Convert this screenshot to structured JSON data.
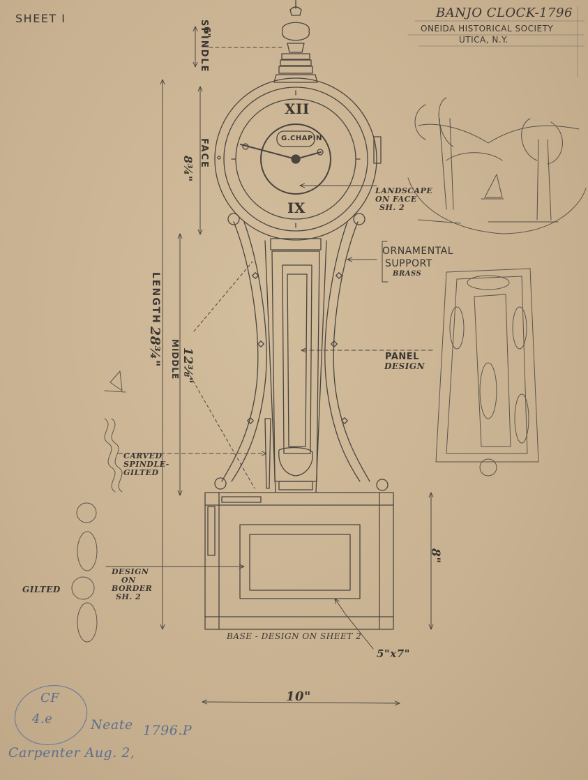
{
  "sheet_label": "SHEET I",
  "title": {
    "line1": "BANJO CLOCK-1796",
    "line2": "ONEIDA HISTORICAL SOCIETY",
    "line3": "UTICA, N.Y."
  },
  "clock_face": {
    "maker": "G.CHAPIN",
    "numeral_top": "XII",
    "numeral_bottom": "IX"
  },
  "dimensions": {
    "spindle_value": "6\"",
    "spindle_label": "SPINDLE",
    "face_label": "FACE",
    "face_value": "8¾\"",
    "length_label": "LENGTH",
    "length_value": "28¾\"",
    "middle_label": "MIDDLE",
    "middle_value": "12⅜\"",
    "base_height": "8\"",
    "base_width": "10\"",
    "panel_size": "5\"x7\""
  },
  "annotations": {
    "landscape_1": "LANDSCAPE",
    "landscape_2": "ON FACE",
    "landscape_3": "SH. 2",
    "support_1": "ORNAMENTAL",
    "support_2": "SUPPORT",
    "support_3": "BRASS",
    "panel_1": "PANEL",
    "panel_2": "DESIGN",
    "carved_1": "CARVED",
    "carved_2": "SPINDLE-",
    "carved_3": "GILTED",
    "border_1": "DESIGN",
    "border_2": "ON",
    "border_3": "BORDER",
    "border_4": "SH. 2",
    "gilted": "GILTED",
    "base_note": "BASE - DESIGN ON SHEET 2"
  },
  "stamp": {
    "code_1": "CF",
    "code_2": "4.e",
    "note_1": "Neate",
    "note_2": "1796.P",
    "note_3": "Carpenter Aug. 2,"
  }
}
